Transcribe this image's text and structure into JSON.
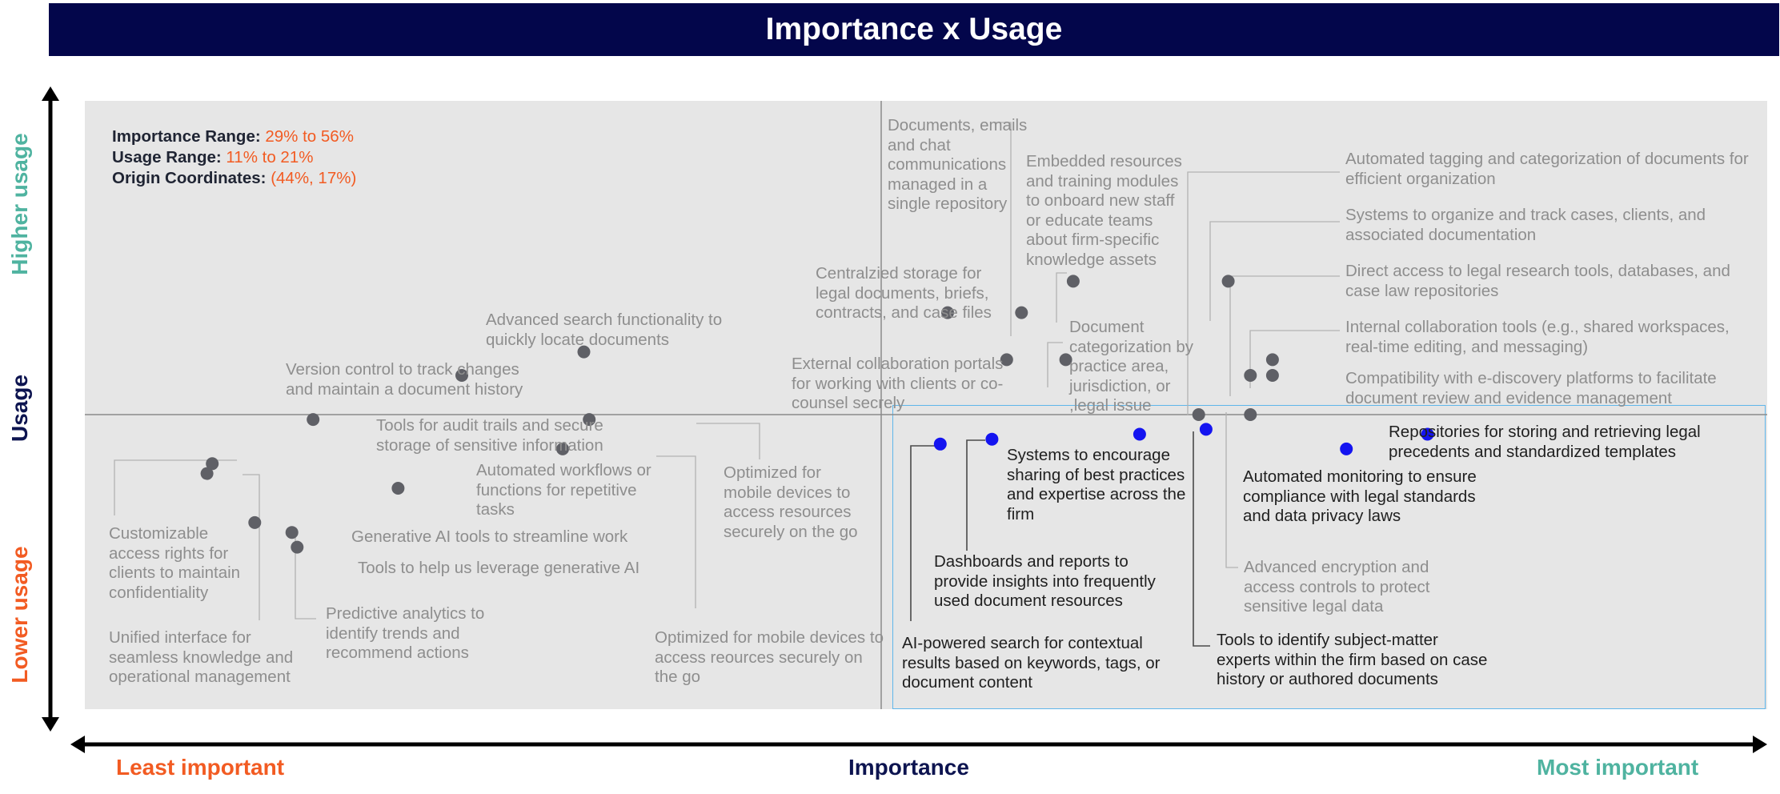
{
  "title": "Importance x Usage",
  "info": [
    {
      "label": "Importance Range:",
      "value": "29% to 56%"
    },
    {
      "label": "Usage Range:",
      "value": "11% to 21%"
    },
    {
      "label": "Origin Coordinates:",
      "value": "(44%, 17%)"
    }
  ],
  "axes": {
    "x_label": "Importance",
    "x_low": "Least important",
    "x_high": "Most important",
    "y_label": "Usage",
    "y_low": "Lower usage",
    "y_high": "Higher usage"
  },
  "colors": {
    "title_bg": "#03064b",
    "low_text": "#f25b22",
    "high_text": "#4fb3a0",
    "axis_mid_text": "#0d1450",
    "dot_gray": "#5f6066",
    "dot_highlight": "#1414f0",
    "highlight_border": "#5fb6ea",
    "plot_bg": "#e6e6e6"
  },
  "chart_data": {
    "type": "scatter",
    "title": "Importance x Usage",
    "xlabel": "Importance",
    "ylabel": "Usage",
    "xlim": [
      29,
      56
    ],
    "ylim": [
      11,
      21
    ],
    "origin": [
      44,
      17
    ],
    "grid": false,
    "points": [
      {
        "label": "Customizable access rights for clients to maintain confidentiality",
        "x": 31.4,
        "y": 16.0,
        "highlight": false
      },
      {
        "label": "Unified interface for seamless knowledge and operational management",
        "x": 31.3,
        "y": 15.8,
        "highlight": false
      },
      {
        "label": "Predictive analytics to identify trends and recommend actions",
        "x": 32.2,
        "y": 14.8,
        "highlight": false
      },
      {
        "label": "Generative AI tools to streamline work",
        "x": 32.9,
        "y": 14.6,
        "highlight": false
      },
      {
        "label": "Tools to help us leverage generative AI",
        "x": 33.0,
        "y": 14.3,
        "highlight": false
      },
      {
        "label": "Tools for audit trails and secure storage of sensitive information",
        "x": 33.3,
        "y": 16.9,
        "highlight": false
      },
      {
        "label": "Version control to track changes and maintain a document history",
        "x": 36.1,
        "y": 17.5,
        "highlight": false
      },
      {
        "label": "Automated workflows or functions for repetitive tasks",
        "x": 34.9,
        "y": 15.5,
        "highlight": false
      },
      {
        "label": "Advanced search functionality to quickly locate documents",
        "x": 38.4,
        "y": 17.8,
        "highlight": false
      },
      {
        "label": "Optimized for mobile devices to access reources securely on the go",
        "x": 38.0,
        "y": 16.3,
        "highlight": false
      },
      {
        "label": "Optimized for mobile devices to access resources securely on the go",
        "x": 38.5,
        "y": 16.9,
        "highlight": false
      },
      {
        "label": "Centralzied storage for legal documents, briefs, contracts, and case files",
        "x": 44.9,
        "y": 18.3,
        "highlight": false
      },
      {
        "label": "Documents, emails and chat communications managed in a single repository",
        "x": 45.9,
        "y": 18.3,
        "highlight": false
      },
      {
        "label": "External collaboration portals for working with clients or co-counsel secrely",
        "x": 45.7,
        "y": 17.7,
        "highlight": false
      },
      {
        "label": "Embedded resources and training modules to onboard new staff or educate teams about firm-specific knowledge assets",
        "x": 46.6,
        "y": 18.7,
        "highlight": false
      },
      {
        "label": "Document categorization by practice area, jurisdiction, or ,legal issue",
        "x": 46.5,
        "y": 17.7,
        "highlight": false
      },
      {
        "label": "Automated tagging and categorization of documents for efficient organization",
        "x": 48.3,
        "y": 17.0,
        "highlight": false
      },
      {
        "label": "Systems to organize and track cases, clients, and associated documentation",
        "x": 48.7,
        "y": 18.7,
        "highlight": false
      },
      {
        "label": "Direct access to legal research tools, databases, and case law repositories",
        "x": 49.0,
        "y": 17.5,
        "highlight": false
      },
      {
        "label": "Internal collaboration tools (e.g., shared workspaces, real-time editing, and messaging)",
        "x": 49.3,
        "y": 17.7,
        "highlight": false
      },
      {
        "label": "Compatibility with e-discovery platforms to facilitate document review and evidence management",
        "x": 49.3,
        "y": 17.5,
        "highlight": false
      },
      {
        "label": "Advanced encryption and access controls to protect sensitive legal data",
        "x": 49.0,
        "y": 17.0,
        "highlight": false
      },
      {
        "label": "AI-powered search for contextual results based on keywords, tags, or document content",
        "x": 44.8,
        "y": 16.4,
        "highlight": true
      },
      {
        "label": "Dashboards and reports to provide insights into frequently used document resources",
        "x": 45.5,
        "y": 16.5,
        "highlight": true
      },
      {
        "label": "Systems to encourage sharing of best practices and expertise across the firm",
        "x": 47.5,
        "y": 16.6,
        "highlight": true
      },
      {
        "label": "Tools to identify subject-matter experts within the firm based on case history or authored documents",
        "x": 48.4,
        "y": 16.7,
        "highlight": true
      },
      {
        "label": "Automated monitoring to ensure compliance with legal standards and data privacy laws",
        "x": 50.3,
        "y": 16.3,
        "highlight": true
      },
      {
        "label": "Repositories for storing and retrieving legal precedents and standardized templates",
        "x": 51.4,
        "y": 16.6,
        "highlight": true
      }
    ]
  }
}
